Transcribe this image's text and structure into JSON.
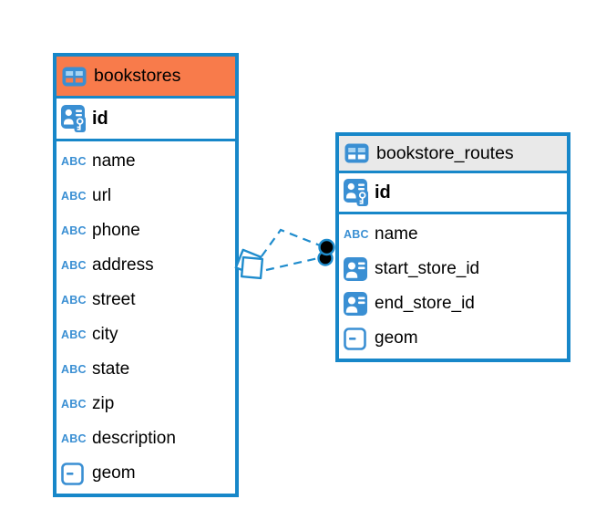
{
  "icons": {
    "text_type_label": "ABC"
  },
  "colors": {
    "table_border_blue": "#1787c9",
    "header_orange": "#f87b4b",
    "header_gray": "#e9e9e9",
    "icon_blue": "#3a8fd3",
    "icon_cell_light_blue": "#a6d3f2",
    "connector_blue": "#1f8ccd",
    "connector_dot_fill": "#000000",
    "text": "#000000",
    "background": "#ffffff"
  },
  "tables": [
    {
      "title": "bookstores",
      "header_color": "#f87b4b",
      "primary_key": {
        "label": "id",
        "type": "id-key"
      },
      "columns": [
        {
          "label": "name",
          "type": "text"
        },
        {
          "label": "url",
          "type": "text"
        },
        {
          "label": "phone",
          "type": "text"
        },
        {
          "label": "address",
          "type": "text"
        },
        {
          "label": "street",
          "type": "text"
        },
        {
          "label": "city",
          "type": "text"
        },
        {
          "label": "state",
          "type": "text"
        },
        {
          "label": "zip",
          "type": "text"
        },
        {
          "label": "description",
          "type": "text"
        },
        {
          "label": "geom",
          "type": "geometry"
        }
      ]
    },
    {
      "title": "bookstore_routes",
      "header_color": "#e9e9e9",
      "primary_key": {
        "label": "id",
        "type": "id-key"
      },
      "columns": [
        {
          "label": "name",
          "type": "text"
        },
        {
          "label": "start_store_id",
          "type": "id-ref"
        },
        {
          "label": "end_store_id",
          "type": "id-ref"
        },
        {
          "label": "geom",
          "type": "geometry"
        }
      ]
    }
  ],
  "relationship": {
    "from_table": "bookstores",
    "to_table": "bookstore_routes",
    "style": "dashed",
    "line_count": 2
  }
}
